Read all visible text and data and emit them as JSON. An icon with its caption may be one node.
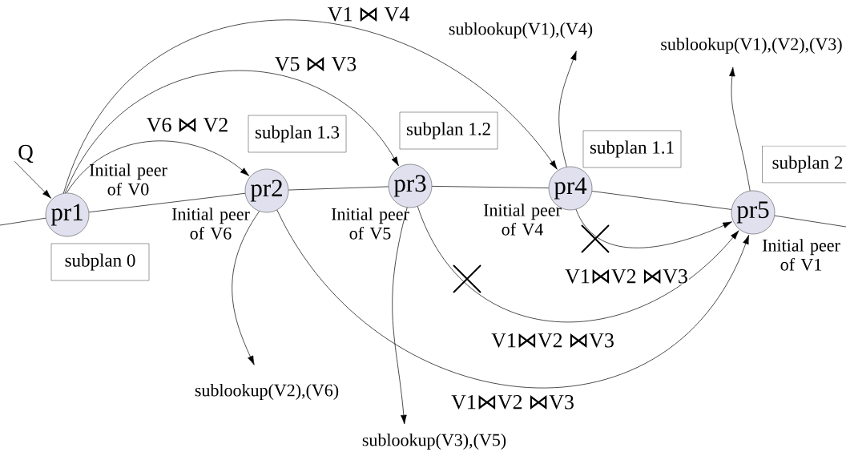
{
  "diagram": {
    "nodes": [
      {
        "text": [
          "Q"
        ]
      },
      {
        "text": [
          "pr1"
        ],
        "beside": [
          "Initial peer of V0"
        ]
      },
      {
        "text": [
          "pr2"
        ],
        "beside": [
          "Initial peer of V6"
        ]
      },
      {
        "text": [
          "pr3"
        ],
        "beside": [
          "Initial peer of V5"
        ]
      },
      {
        "text": [
          "pr4"
        ],
        "beside": [
          "Initial peer of V4"
        ]
      },
      {
        "text": [
          "pr5"
        ],
        "beside": [
          "Initial peer of V1"
        ]
      },
      {
        "text": [
          "subplan 0"
        ]
      },
      {
        "text": [
          "subplan 1.3"
        ]
      },
      {
        "text": [
          "subplan 1.2"
        ]
      },
      {
        "text": [
          "subplan 1.1"
        ]
      },
      {
        "text": [
          "subplan 2"
        ]
      },
      {
        "text": [
          "sublookup(V1),(V4)"
        ]
      },
      {
        "text": [
          "sublookup(V1),(V2),(V3)"
        ]
      },
      {
        "text": [
          "sublookup(V2),(V6)"
        ]
      },
      {
        "text": [
          "sublookup(V3),(V5)"
        ]
      }
    ],
    "edges": [
      {
        "from": 0,
        "to": 1,
        "arrow": "to"
      },
      {
        "from": null,
        "to": 1,
        "arrow": "none"
      },
      {
        "from": 1,
        "to": 2,
        "arrow": "none"
      },
      {
        "from": 2,
        "to": 3,
        "arrow": "none"
      },
      {
        "from": 3,
        "to": 4,
        "arrow": "none"
      },
      {
        "from": 4,
        "to": 5,
        "arrow": "none"
      },
      {
        "from": 5,
        "to": null,
        "arrow": "none"
      },
      {
        "from": 1,
        "to": 4,
        "label": "V1 ⋈ V4",
        "arrow": "to"
      },
      {
        "from": 1,
        "to": 3,
        "label": "V5 ⋈ V3",
        "arrow": "to"
      },
      {
        "from": 1,
        "to": 2,
        "label": "V6 ⋈ V2",
        "arrow": "to"
      },
      {
        "from": 4,
        "to": 11,
        "arrow": "to"
      },
      {
        "from": 5,
        "to": 12,
        "arrow": "to"
      },
      {
        "from": 2,
        "to": 13,
        "arrow": "to"
      },
      {
        "from": 3,
        "to": 14,
        "arrow": "to"
      },
      {
        "from": 4,
        "to": 5,
        "label": "V1⋈V2 ⋈V3",
        "arrow": "to"
      },
      {
        "from": 3,
        "to": 5,
        "label": "V1⋈V2 ⋈V3",
        "arrow": "to"
      },
      {
        "from": 2,
        "to": 5,
        "label": "V1⋈V2 ⋈V3",
        "arrow": "to"
      }
    ]
  }
}
